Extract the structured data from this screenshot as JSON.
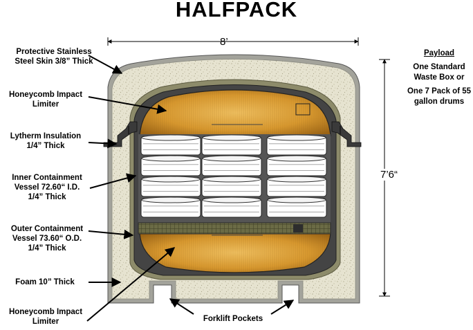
{
  "title": "HALFPACK",
  "dimensions": {
    "width": "8’",
    "height": "7’6“"
  },
  "payload": {
    "heading": "Payload",
    "lines": [
      "One Standard",
      "Waste Box or",
      "One 7 Pack of 55",
      "gallon drums"
    ]
  },
  "labels": {
    "skin": [
      "Protective Stainless",
      "Steel Skin 3/8” Thick"
    ],
    "honeycomb_top": [
      "Honeycomb Impact",
      "Limiter"
    ],
    "lytherm": [
      "Lytherm Insulation",
      "1/4” Thick"
    ],
    "inner": [
      "Inner Containment",
      "Vessel 72.60“ I.D.",
      "1/4” Thick"
    ],
    "outer": [
      "Outer Containment",
      "Vessel 73.60“ O.D.",
      "1/4” Thick"
    ],
    "foam": [
      "Foam 10” Thick"
    ],
    "honeycomb_bottom": [
      "Honeycomb Impact",
      "Limiter"
    ],
    "forklift": [
      "Forklift Pockets"
    ]
  },
  "colors": {
    "foam": "#e5e2cf",
    "steel_skin": "#9a9a92",
    "vessel": "#3c3c3c",
    "honeycomb": "#c98a2c",
    "drum": "#ffffff"
  }
}
